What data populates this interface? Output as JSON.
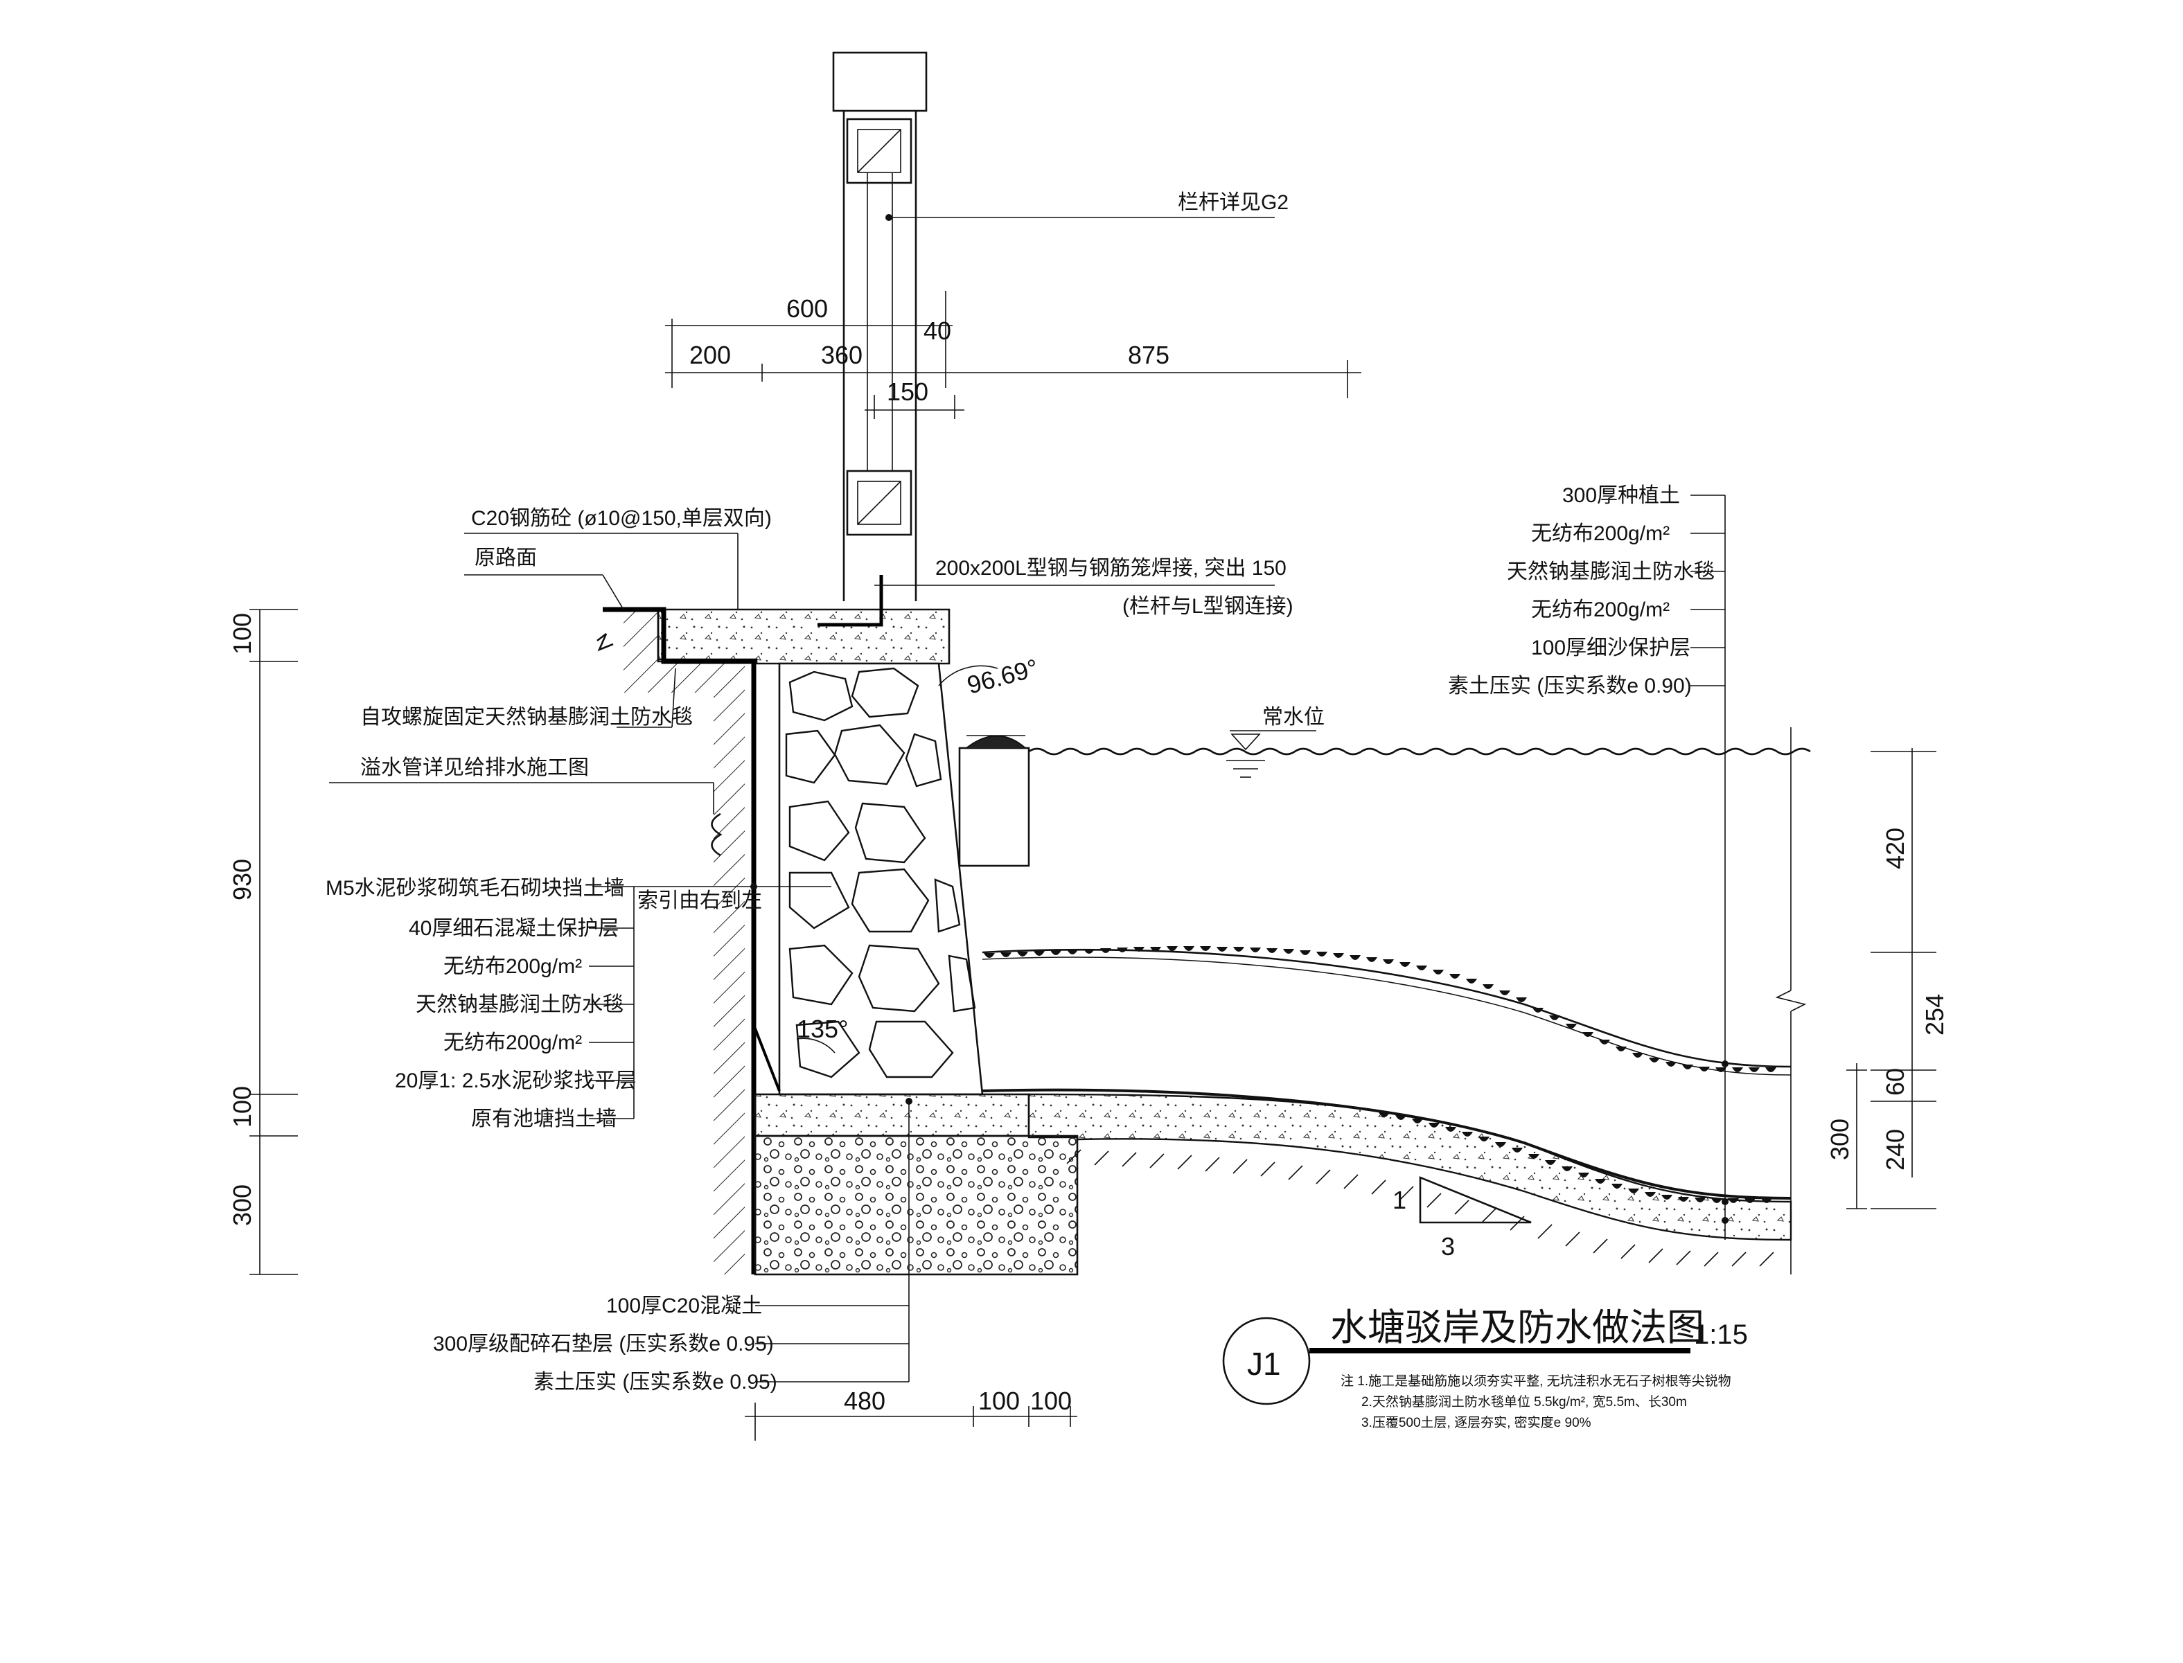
{
  "railing": {
    "detail_label": "栏杆详见G2",
    "slab_label": "C20钢筋砼 (ø10@150,单层双向)",
    "road_label": "原路面",
    "steel_label": "200x200L型钢与钢筋笼焊接, 突出 150",
    "steel_label_2": "(栏杆与L型钢连接)",
    "anchor_label": "自攻螺旋固定天然钠基膨润土防水毯",
    "overflow_label": "溢水管详见给排水施工图",
    "angle_label": "96.69°",
    "corner_angle": "135°"
  },
  "top_dims": {
    "d600": "600",
    "d40": "40",
    "d200": "200",
    "d360": "360",
    "d875": "875",
    "d150": "150"
  },
  "left_layers": {
    "wall": "M5水泥砂浆砌筑毛石砌块挡土墙",
    "index_note": "索引由右到左",
    "items": [
      "40厚细石混凝土保护层",
      "无纺布200g/m²",
      "天然钠基膨润土防水毯",
      "无纺布200g/m²",
      "20厚1: 2.5水泥砂浆找平层",
      "原有池塘挡土墙"
    ]
  },
  "left_dims": {
    "d100a": "100",
    "d930": "930",
    "d100b": "100",
    "d300": "300"
  },
  "right_layers": {
    "items": [
      "300厚种植土",
      "无纺布200g/m²",
      "天然钠基膨润土防水毯",
      "无纺布200g/m²",
      "100厚细沙保护层",
      "素土压实 (压实系数e 0.90)"
    ],
    "water_level": "常水位"
  },
  "right_dims": {
    "d420": "420",
    "d254": "254",
    "d60": "60",
    "d300": "300",
    "d240": "240"
  },
  "slope": {
    "rise": "1",
    "run": "3"
  },
  "foundation": {
    "items": [
      "100厚C20混凝土",
      "300厚级配碎石垫层 (压实系数e 0.95)",
      "素土压实 (压实系数e 0.95)"
    ]
  },
  "bottom_dims": {
    "d480": "480",
    "d100a": "100",
    "d100b": "100"
  },
  "title": {
    "symbol": "J1",
    "text": "水塘驳岸及防水做法图",
    "scale": "1:15"
  },
  "notes": [
    "注 1.施工是基础筋施以须夯实平整, 无坑洼积水无石子树根等尖锐物",
    "2.天然钠基膨润土防水毯单位 5.5kg/m², 宽5.5m、长30m",
    "3.压覆500土层, 逐层夯实, 密实度e 90%"
  ]
}
